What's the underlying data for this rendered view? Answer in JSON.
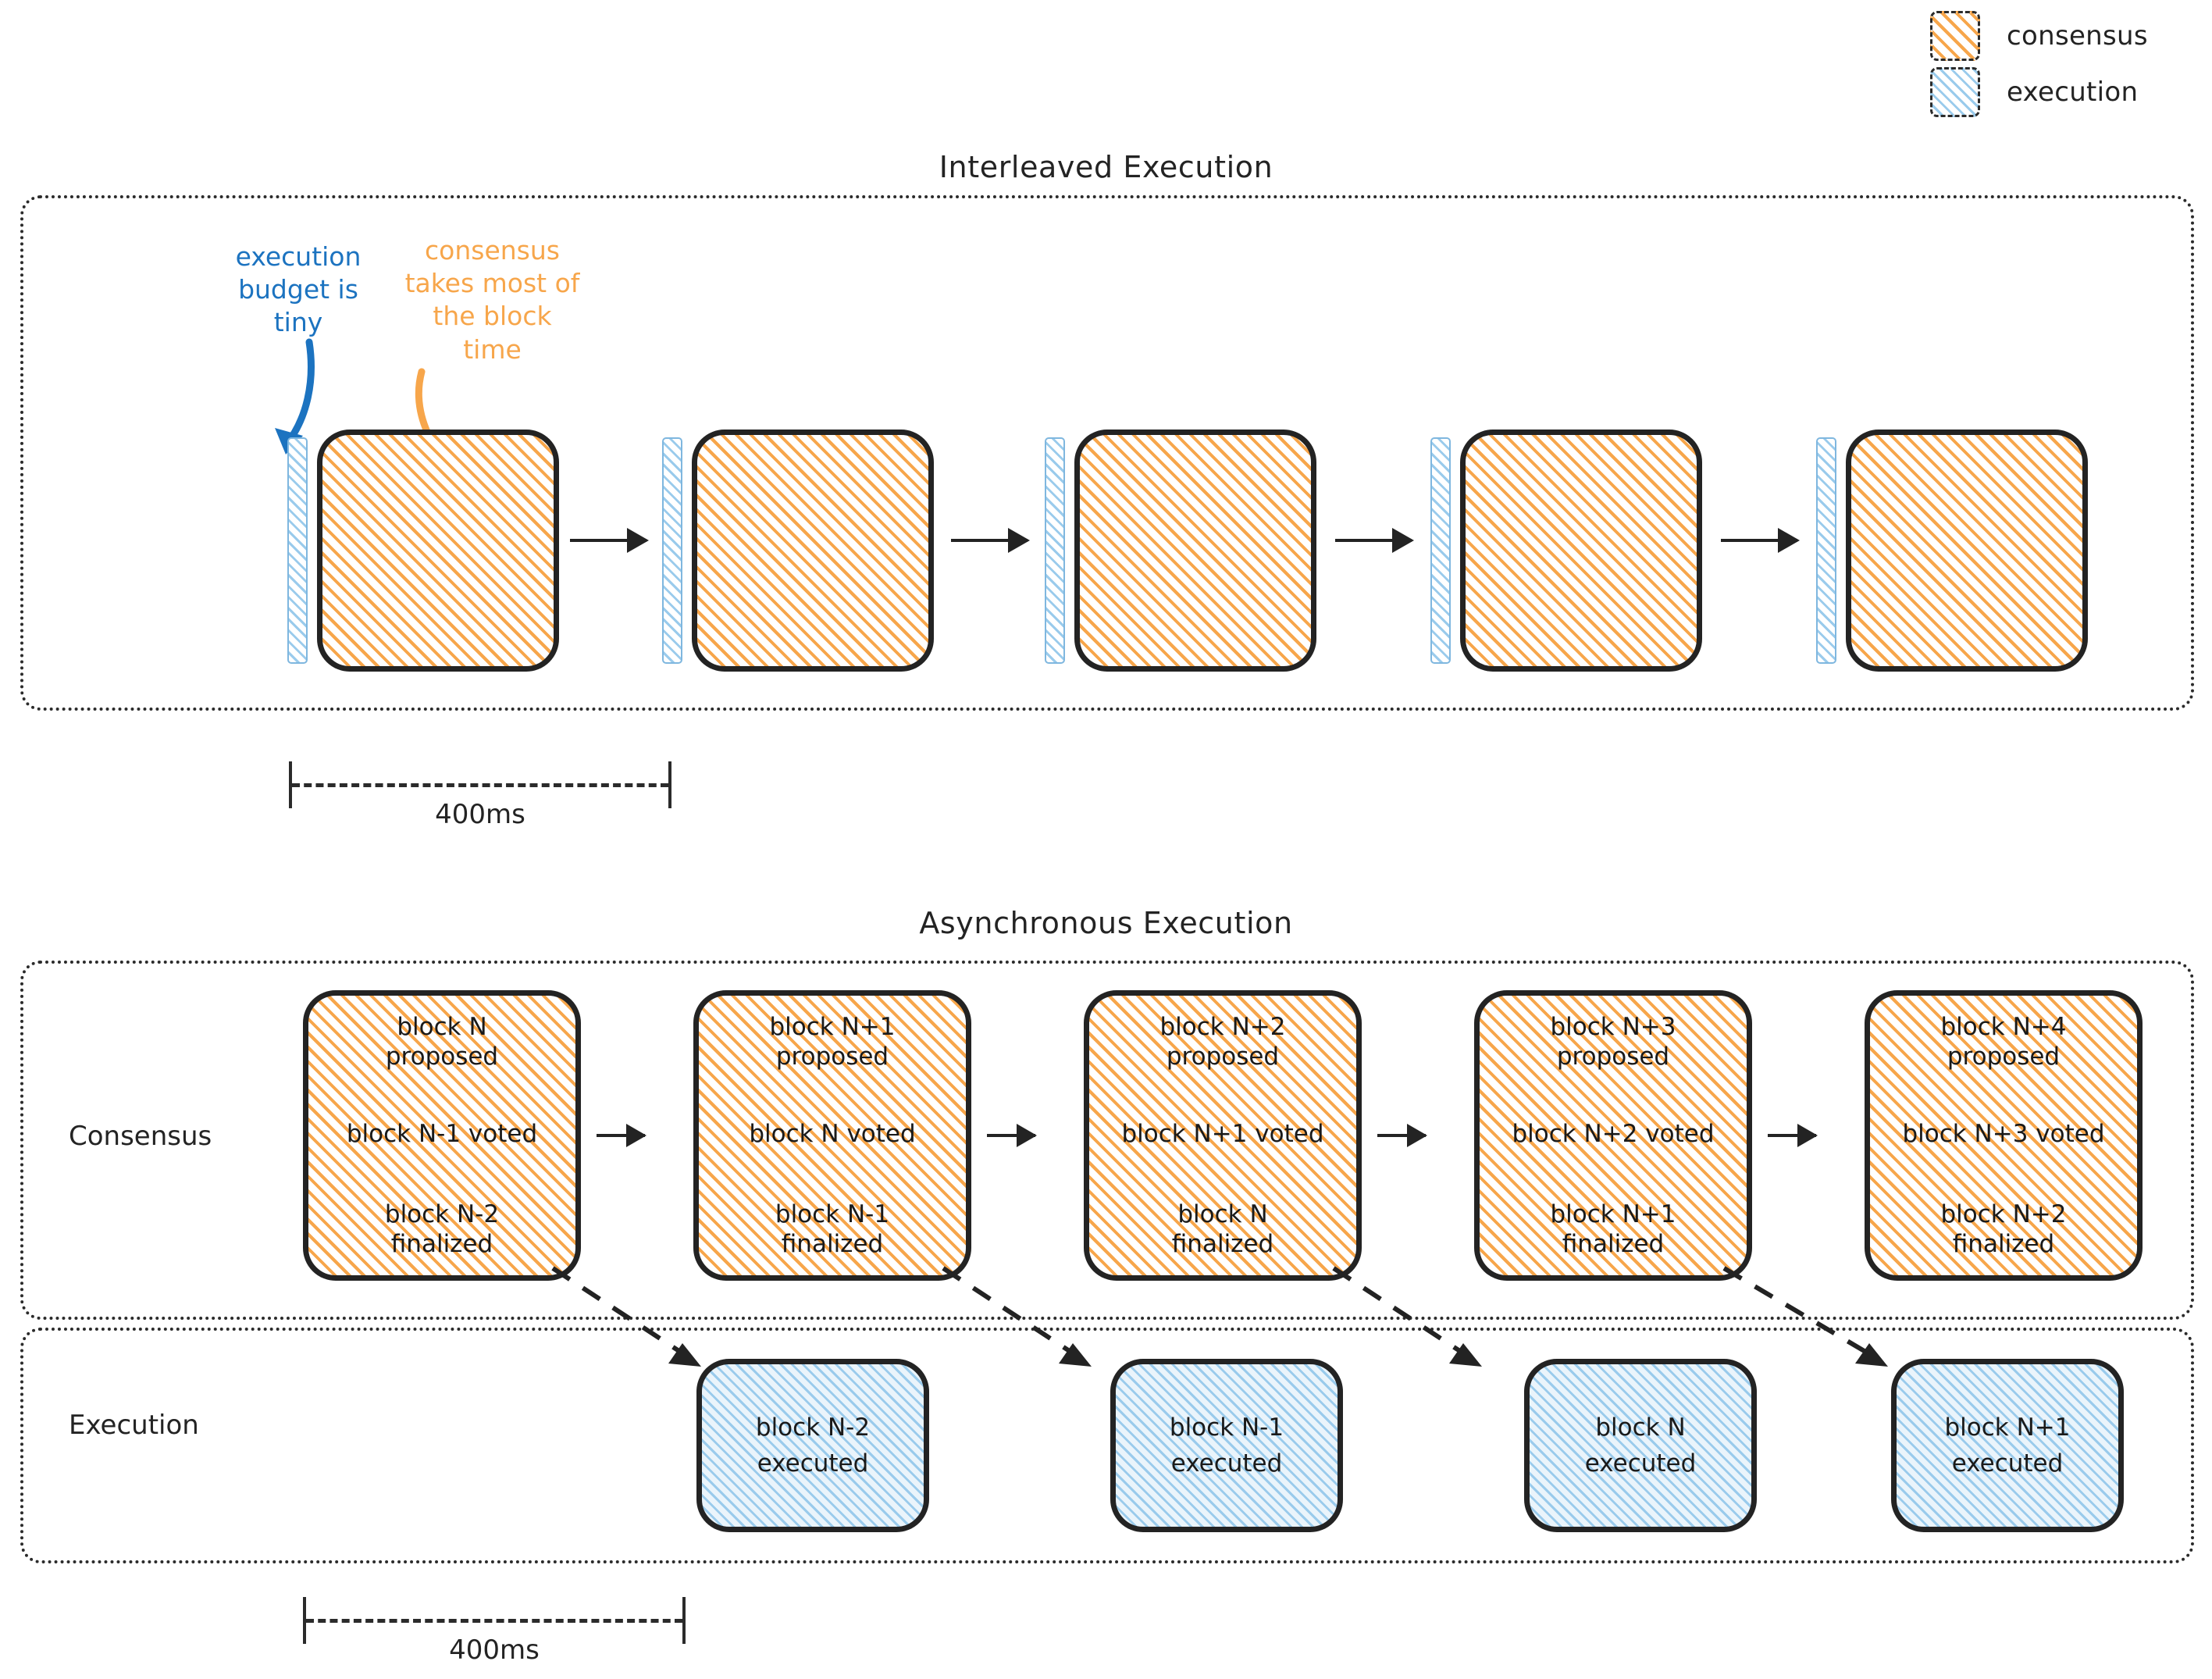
{
  "legend": {
    "items": [
      {
        "icon": "consensus-hatch-swatch",
        "label": "consensus",
        "color": "#F7A64B"
      },
      {
        "icon": "execution-hatch-swatch",
        "label": "execution",
        "color": "#9ACBEC"
      }
    ]
  },
  "sections": {
    "interleaved": {
      "title": "Interleaved Execution",
      "annotations": {
        "execution": "execution budget is tiny",
        "consensus": "consensus takes most of the block time"
      },
      "scale_label": "400ms",
      "block_count": 5,
      "arrow_count": 4
    },
    "async": {
      "title": "Asynchronous Execution",
      "row_labels": {
        "consensus": "Consensus",
        "execution": "Execution"
      },
      "scale_label": "400ms",
      "consensus_blocks": [
        {
          "proposed": "block N\nproposed",
          "voted": "block N-1 voted",
          "finalized": "block N-2\nfinalized"
        },
        {
          "proposed": "block N+1\nproposed",
          "voted": "block N voted",
          "finalized": "block N-1\nfinalized"
        },
        {
          "proposed": "block N+2\nproposed",
          "voted": "block N+1 voted",
          "finalized": "block N\nfinalized"
        },
        {
          "proposed": "block N+3\nproposed",
          "voted": "block N+2 voted",
          "finalized": "block N+1\nfinalized"
        },
        {
          "proposed": "block N+4\nproposed",
          "voted": "block N+3 voted",
          "finalized": "block N+2\nfinalized"
        }
      ],
      "execution_blocks": [
        {
          "label": "block N-2\nexecuted"
        },
        {
          "label": "block N-1\nexecuted"
        },
        {
          "label": "block N\nexecuted"
        },
        {
          "label": "block N+1\nexecuted"
        }
      ]
    }
  },
  "colors": {
    "consensus": "#F7A64B",
    "execution": "#9ACBEC",
    "annotation_execution": "#1C73C0",
    "annotation_consensus": "#F7A64B",
    "ink": "#232323"
  }
}
